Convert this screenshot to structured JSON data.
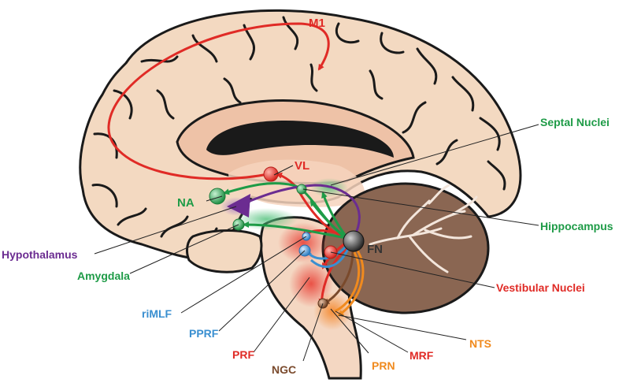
{
  "colors": {
    "cortex_fill": "#f3d9c1",
    "cortex_stroke": "#1a1a1a",
    "inner_fill": "#eec2a7",
    "brainstem_fill": "#f4d7c2",
    "cerebellum_fill": "#8a6652",
    "cerebellum_veins": "#f3e6dc",
    "red": "#e02b26",
    "green": "#1e9b47",
    "purple": "#6b2c91",
    "blue": "#3a8fd0",
    "brown": "#7a4a2c",
    "orange": "#f08a1e",
    "dark": "#333333",
    "leader": "#222222"
  },
  "labels": {
    "m1": "M1",
    "vl": "VL",
    "na": "NA",
    "fn": "FN",
    "septal_nuclei": "Septal Nuclei",
    "hippocampus": "Hippocampus",
    "hypothalamus": "Hypothalamus",
    "amygdala": "Amygdala",
    "vestibular_nuclei": "Vestibular Nuclei",
    "rimlf": "riMLF",
    "pprf": "PPRF",
    "prf": "PRF",
    "ngc": "NGC",
    "prn": "PRN",
    "mrf": "MRF",
    "nts": "NTS"
  }
}
